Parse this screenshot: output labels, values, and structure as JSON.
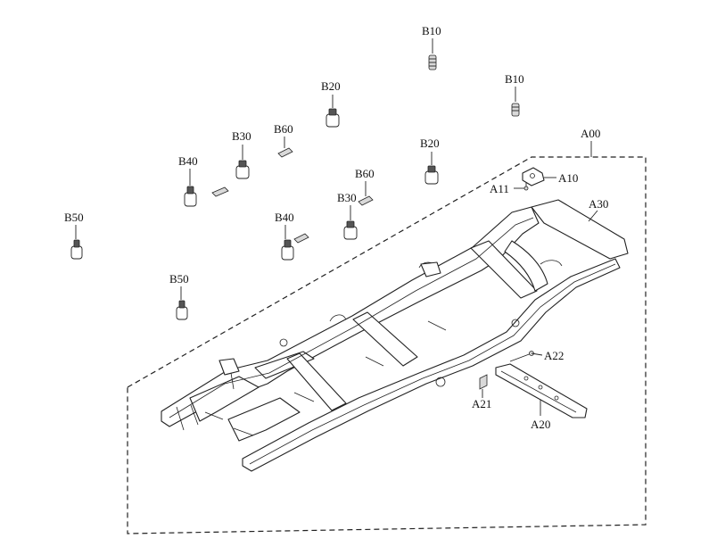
{
  "diagram": {
    "callouts": {
      "b10_top": "B10",
      "b10_right": "B10",
      "b20_left": "B20",
      "b20_right": "B20",
      "b30_left": "B30",
      "b30_right": "B30",
      "b40_left": "B40",
      "b40_right": "B40",
      "b50_left": "B50",
      "b50_lower": "B50",
      "b60_left": "B60",
      "b60_right": "B60",
      "a00": "A00",
      "a10": "A10",
      "a11": "A11",
      "a30": "A30",
      "a20": "A20",
      "a21": "A21",
      "a22": "A22"
    }
  }
}
